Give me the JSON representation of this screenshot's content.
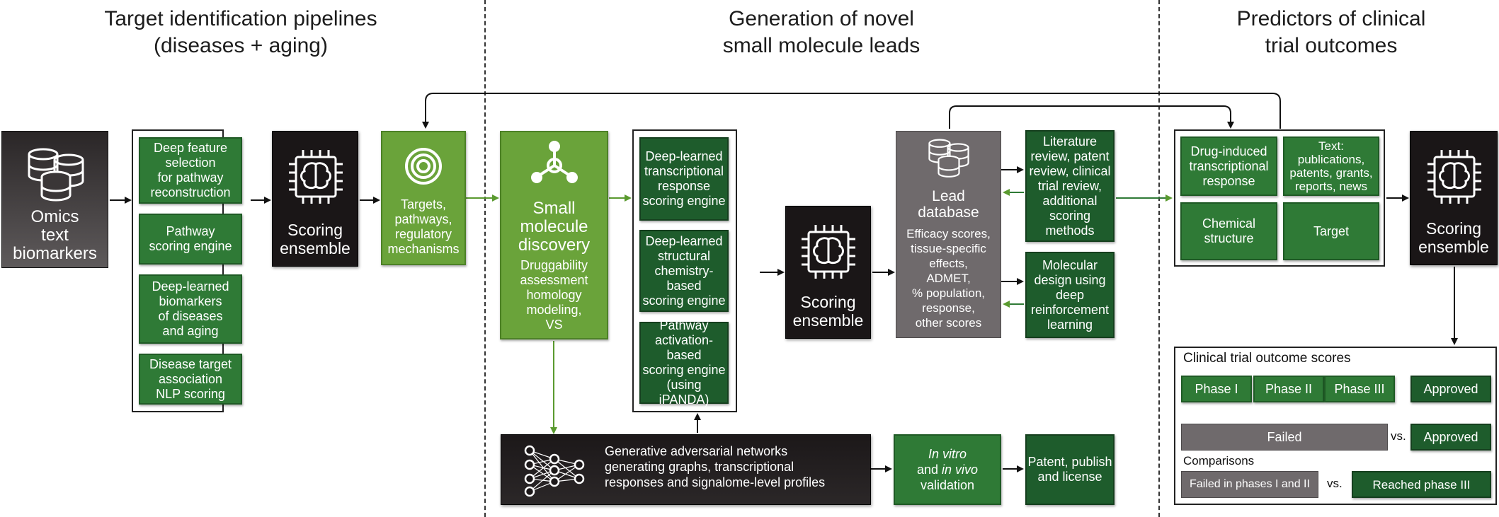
{
  "headers": {
    "col1": "Target identification pipelines\n(diseases + aging)",
    "col2": "Generation of novel\nsmall molecule leads",
    "col3": "Predictors of clinical\ntrial outcomes"
  },
  "col1": {
    "omics_label": "Omics\ntext\nbiomarkers",
    "boxes": [
      "Deep feature\nselection\nfor pathway\nreconstruction",
      "Pathway\nscoring engine",
      "Deep-learned\nbiomarkers\nof diseases\nand aging",
      "Disease target\nassociation\nNLP scoring"
    ],
    "scoring1": "Scoring\nensemble",
    "targets": "Targets,\npathways,\nregulatory\nmechanisms"
  },
  "col2": {
    "small_title": "Small\nmolecule\ndiscovery",
    "small_sub": "Druggability\nassessment\nhomology\nmodeling,\nVS",
    "engines": [
      "Deep-learned\ntranscriptional\nresponse\nscoring engine",
      "Deep-learned\nstructural\nchemistry-based\nscoring engine",
      "Pathway\nactivation-based\nscoring engine\n(using iPANDA)"
    ],
    "scoring2": "Scoring\nensemble",
    "lead_title": "Lead\ndatabase",
    "lead_sub": "Efficacy scores,\ntissue-specific\neffects,\nADMET,\n% population,\nresponse,\nother scores",
    "literature": "Literature\nreview, patent\nreview, clinical\ntrial review,\nadditional\nscoring methods",
    "molecular": "Molecular\ndesign using deep\nreinforcement\nlearning",
    "gan": "Generative adversarial networks\ngenerating graphs, transcriptional\nresponses and signalome-level profiles",
    "invitro_1": "In vitro",
    "invitro_2": "and ",
    "invitro_3": "in vivo",
    "invitro_4": "validation",
    "patent": "Patent, publish\nand license"
  },
  "col3": {
    "drug_induced": "Drug-induced\ntranscriptional\nresponse",
    "text_box": "Text:\npublications,\npatents, grants,\nreports, news",
    "chemical": "Chemical\nstructure",
    "target": "Target",
    "scoring3": "Scoring\nensemble",
    "outcome_title": "Clinical trial outcome scores",
    "phases": [
      "Phase I",
      "Phase II",
      "Phase III",
      "Approved"
    ],
    "failed": "Failed",
    "vs1": "vs.",
    "approved2": "Approved",
    "comparisons": "Comparisons",
    "failed_phases": "Failed in phases I and II",
    "vs2": "vs.",
    "reached": "Reached phase III"
  },
  "colors": {
    "green": "#2f7a36",
    "dark_green": "#1e5c2c",
    "light_green": "#6aa33a",
    "black": "#1a1617",
    "gray": "#6f6a6c"
  },
  "icons": [
    "database-icon",
    "brain-chip-icon",
    "target-icon",
    "molecule-icon",
    "neural-network-icon"
  ]
}
